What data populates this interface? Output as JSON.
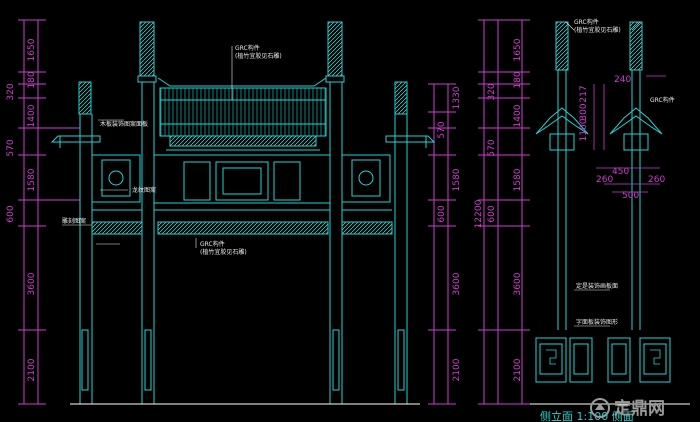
{
  "colors": {
    "background": "#000000",
    "structure": "#22d3d3",
    "dimension": "#d03cd0",
    "annotation": "#e8e8e8",
    "hatch": "#3fe6e6",
    "ground": "#ffffff"
  },
  "front_elevation": {
    "left_dims": [
      "1650",
      "180",
      "320",
      "1400",
      "570",
      "1580",
      "600",
      "3600",
      "2100"
    ],
    "right_dims": [
      "1330",
      "570",
      "1580",
      "600",
      "3600",
      "2100"
    ],
    "annotations": [
      "GRC构件",
      "(植竹宜胶见石雕)",
      "木板装饰图案面板",
      "龙纹图案",
      "雕刻图案",
      "GRC构件",
      "(植竹宜胶见石雕)"
    ]
  },
  "side_elevation": {
    "left_dims": [
      "1650",
      "180",
      "320",
      "1400",
      "570",
      "1580",
      "600",
      "12200",
      "3600",
      "2100"
    ],
    "top_dims": [
      "217",
      "300",
      "1100"
    ],
    "right_dims": [
      "240"
    ],
    "bottom_dims": [
      "260",
      "450",
      "500",
      "260"
    ],
    "annotations": [
      "GRC构件",
      "(植竹宜胶见石雕)",
      "GRC构件",
      "定是装饰画板面",
      "字面板装饰图形"
    ]
  },
  "caption": "侧立面 1:100 侧面",
  "watermark": {
    "text": "定鼎网",
    "logo": "dingding-logo-icon"
  }
}
